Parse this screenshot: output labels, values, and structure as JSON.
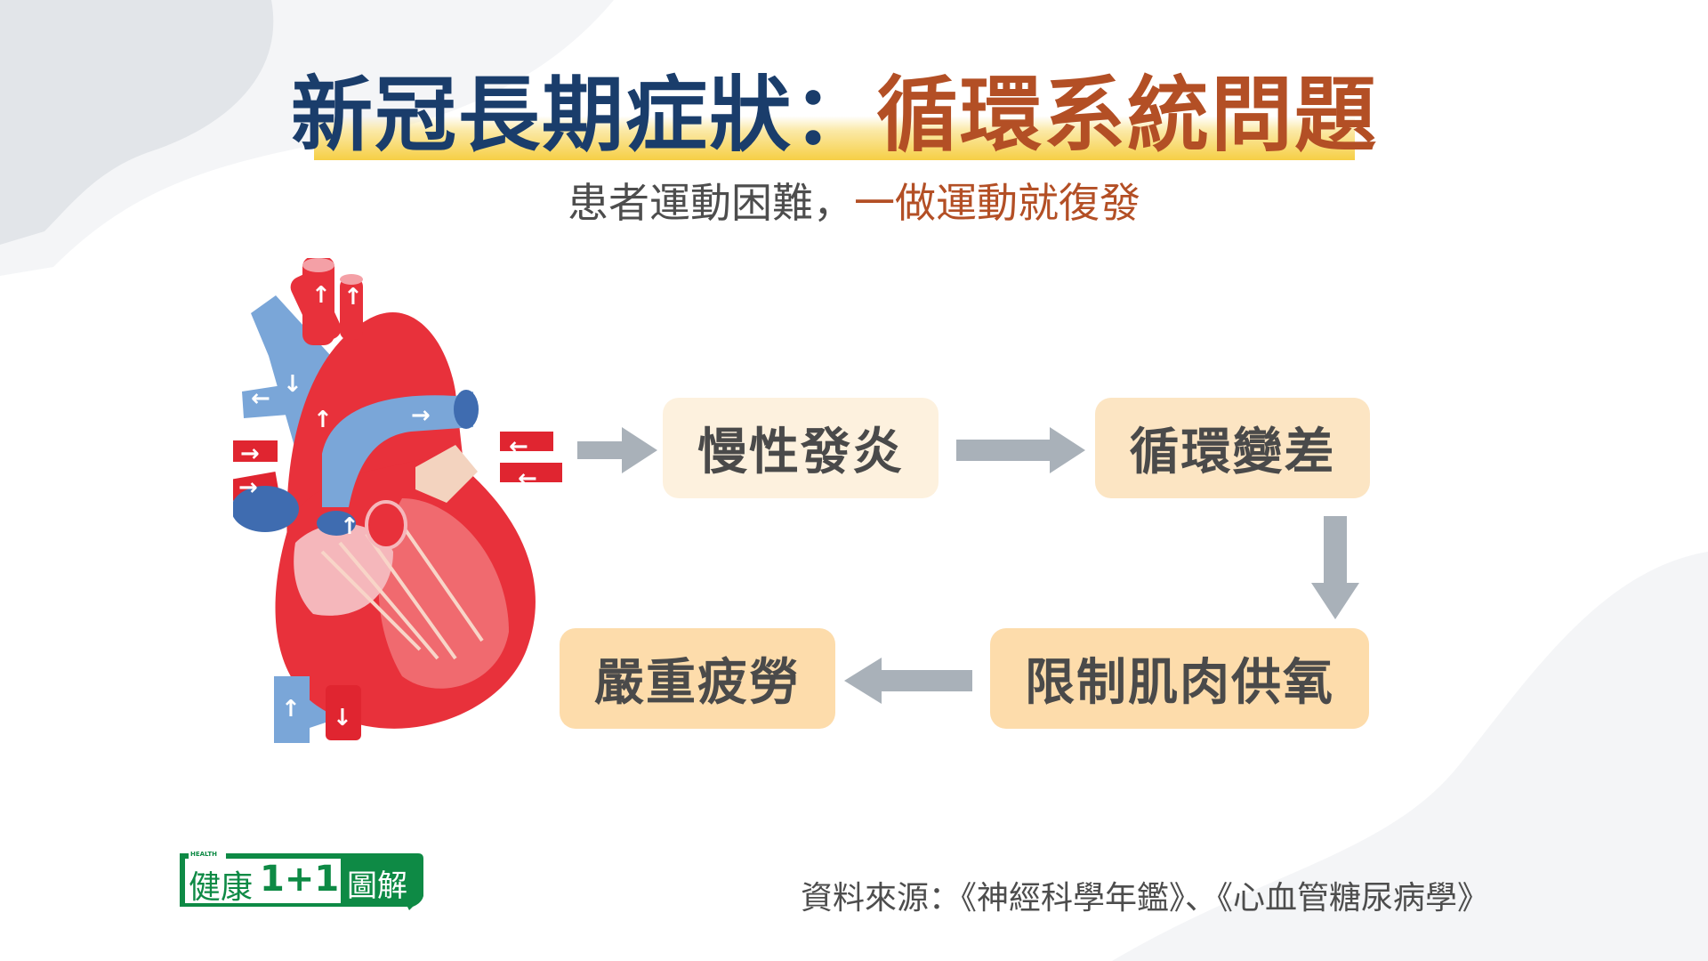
{
  "title": {
    "part1": "新冠長期症狀：",
    "part2": "循環系統問題"
  },
  "subtitle": {
    "part1": "患者運動困難，",
    "part2": "一做運動就復發"
  },
  "flow": {
    "step1": "慢性發炎",
    "step2": "循環變差",
    "step3": "限制肌肉供氧",
    "step4": "嚴重疲勞"
  },
  "source": "資料來源：《神經科學年鑑》、《心血管糖尿病學》",
  "logo": {
    "small": "HEALTH",
    "brand": "健康",
    "num": "1+1",
    "suffix": "圖解"
  },
  "colors": {
    "navy": "#1a3d6b",
    "rust": "#b34f25",
    "green": "#0e8a45",
    "arrow": "#a9b1b9"
  }
}
